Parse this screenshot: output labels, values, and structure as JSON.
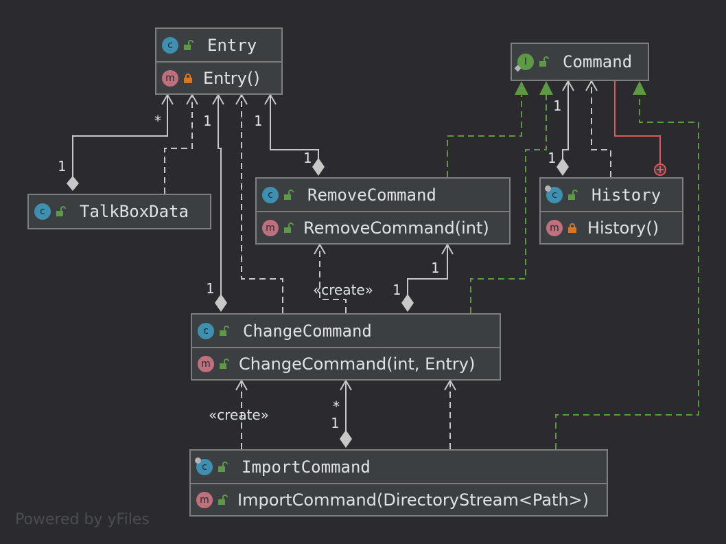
{
  "nodes": {
    "entry": {
      "name": "Entry",
      "kind_icon": "class-icon",
      "members": [
        "Entry()"
      ]
    },
    "command": {
      "name": "Command",
      "kind_icon": "interface-icon",
      "members": []
    },
    "talkboxdata": {
      "name": "TalkBoxData",
      "kind_icon": "class-icon",
      "members": []
    },
    "removecommand": {
      "name": "RemoveCommand",
      "kind_icon": "class-icon",
      "members": [
        "RemoveCommand(int)"
      ]
    },
    "history": {
      "name": "History",
      "kind_icon": "class-icon",
      "members": [
        "History()"
      ]
    },
    "changecommand": {
      "name": "ChangeCommand",
      "kind_icon": "class-icon",
      "members": [
        "ChangeCommand(int, Entry)"
      ]
    },
    "importcommand": {
      "name": "ImportCommand",
      "kind_icon": "class-icon",
      "members": [
        "ImportCommand(DirectoryStream<Path>)"
      ]
    }
  },
  "multiplicities": {
    "talkbox_star": "*",
    "talkbox_one": "1",
    "change_entry_one_top": "1",
    "remove_entry_one_top": "1",
    "remove_entry_one_bottom": "1",
    "history_command_one_top": "1",
    "history_command_one_bottom": "1",
    "change_remove_one_top": "1",
    "change_remove_one_bottom": "1",
    "change_entry_one_bottom": "1",
    "import_change_star": "*",
    "import_change_one": "1"
  },
  "stereotypes": {
    "create_change_remove": "«create»",
    "create_import_change": "«create»"
  },
  "watermark": "Powered by yFiles",
  "colors": {
    "background": "#2b2b2f",
    "node_fill": "#3c3f41",
    "node_border": "#7e7e7e",
    "edge_gray": "#c8c8c8",
    "edge_green": "#5e9a45",
    "edge_red": "#e0585a",
    "class_icon": "#3f8fb0",
    "method_icon": "#c0707c",
    "interface_icon": "#5e9a45",
    "public_lock": "#5e9a45",
    "private_lock": "#d2782a"
  }
}
